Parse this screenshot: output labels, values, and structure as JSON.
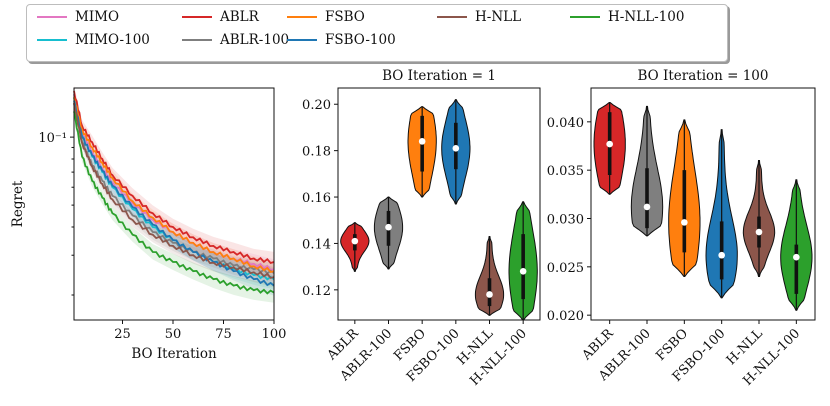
{
  "legend": [
    {
      "name": "MIMO",
      "color": "#e377c2"
    },
    {
      "name": "ABLR",
      "color": "#d62728"
    },
    {
      "name": "FSBO",
      "color": "#ff7f0e"
    },
    {
      "name": "H-NLL",
      "color": "#8c564b"
    },
    {
      "name": "H-NLL-100",
      "color": "#2ca02c"
    },
    {
      "name": "MIMO-100",
      "color": "#17becf"
    },
    {
      "name": "ABLR-100",
      "color": "#7f7f7f"
    },
    {
      "name": "FSBO-100",
      "color": "#1f77b4"
    }
  ],
  "chart_data": [
    {
      "type": "line",
      "title": "",
      "xlabel": "BO Iteration",
      "ylabel": "Regret",
      "yscale": "log",
      "xlim": [
        1,
        100
      ],
      "ylim": [
        0.0155,
        0.165
      ],
      "xticks": [
        25,
        50,
        75,
        100
      ],
      "yticks": [
        {
          "value": 0.1,
          "label": "10⁻¹"
        }
      ],
      "x": [
        1,
        5,
        10,
        15,
        20,
        30,
        40,
        50,
        60,
        70,
        80,
        90,
        100
      ],
      "series": [
        {
          "name": "MIMO",
          "color": "#e377c2",
          "values": [
            0.155,
            0.106,
            0.086,
            0.073,
            0.063,
            0.051,
            0.043,
            0.038,
            0.034,
            0.031,
            0.029,
            0.0275,
            0.026
          ]
        },
        {
          "name": "MIMO-100",
          "color": "#17becf",
          "values": [
            0.15,
            0.101,
            0.082,
            0.07,
            0.06,
            0.048,
            0.04,
            0.035,
            0.031,
            0.028,
            0.026,
            0.0245,
            0.0235
          ]
        },
        {
          "name": "ABLR",
          "color": "#d62728",
          "values": [
            0.16,
            0.112,
            0.095,
            0.08,
            0.068,
            0.055,
            0.046,
            0.04,
            0.036,
            0.033,
            0.031,
            0.029,
            0.028
          ]
        },
        {
          "name": "ABLR-100",
          "color": "#7f7f7f",
          "values": [
            0.14,
            0.095,
            0.075,
            0.064,
            0.055,
            0.045,
            0.038,
            0.034,
            0.031,
            0.029,
            0.027,
            0.026,
            0.025
          ]
        },
        {
          "name": "FSBO",
          "color": "#ff7f0e",
          "values": [
            0.15,
            0.108,
            0.09,
            0.077,
            0.066,
            0.052,
            0.044,
            0.038,
            0.034,
            0.031,
            0.029,
            0.0268,
            0.0255
          ]
        },
        {
          "name": "FSBO-100",
          "color": "#1f77b4",
          "values": [
            0.145,
            0.1,
            0.083,
            0.071,
            0.061,
            0.049,
            0.041,
            0.035,
            0.031,
            0.028,
            0.0255,
            0.0235,
            0.022
          ]
        },
        {
          "name": "H-NLL",
          "color": "#8c564b",
          "values": [
            0.142,
            0.094,
            0.074,
            0.062,
            0.053,
            0.043,
            0.037,
            0.033,
            0.03,
            0.0278,
            0.0265,
            0.0252,
            0.024
          ]
        },
        {
          "name": "H-NLL-100",
          "color": "#2ca02c",
          "values": [
            0.13,
            0.082,
            0.064,
            0.054,
            0.046,
            0.037,
            0.031,
            0.028,
            0.0255,
            0.0235,
            0.022,
            0.021,
            0.0205
          ]
        }
      ]
    },
    {
      "type": "violin",
      "title": "BO Iteration = 1",
      "xlabel": "",
      "ylabel": "",
      "ylim": [
        0.107,
        0.207
      ],
      "yticks": [
        0.12,
        0.14,
        0.16,
        0.18,
        0.2
      ],
      "categories": [
        "ABLR",
        "ABLR-100",
        "FSBO",
        "FSBO-100",
        "H-NLL",
        "H-NLL-100"
      ],
      "colors": [
        "#d62728",
        "#7f7f7f",
        "#ff7f0e",
        "#1f77b4",
        "#8c564b",
        "#2ca02c"
      ],
      "min": [
        0.128,
        0.129,
        0.16,
        0.157,
        0.109,
        0.107
      ],
      "max": [
        0.149,
        0.16,
        0.199,
        0.202,
        0.143,
        0.158
      ],
      "q1": [
        0.137,
        0.139,
        0.171,
        0.172,
        0.113,
        0.116
      ],
      "q3": [
        0.144,
        0.154,
        0.195,
        0.192,
        0.125,
        0.144
      ],
      "median": [
        0.141,
        0.147,
        0.184,
        0.181,
        0.118,
        0.128
      ]
    },
    {
      "type": "violin",
      "title": "BO Iteration = 100",
      "xlabel": "",
      "ylabel": "",
      "ylim": [
        0.0195,
        0.0435
      ],
      "yticks": [
        0.02,
        0.025,
        0.03,
        0.035,
        0.04
      ],
      "tick_labels": [
        "0.020",
        "0.025",
        "0.030",
        "0.035",
        "0.040"
      ],
      "categories": [
        "ABLR",
        "ABLR-100",
        "FSBO",
        "FSBO-100",
        "H-NLL",
        "H-NLL-100"
      ],
      "colors": [
        "#d62728",
        "#7f7f7f",
        "#ff7f0e",
        "#1f77b4",
        "#8c564b",
        "#2ca02c"
      ],
      "min": [
        0.0325,
        0.0282,
        0.024,
        0.0218,
        0.024,
        0.0205
      ],
      "max": [
        0.042,
        0.0416,
        0.0402,
        0.0392,
        0.036,
        0.034
      ],
      "q1": [
        0.0345,
        0.029,
        0.0265,
        0.0237,
        0.027,
        0.0222
      ],
      "q3": [
        0.041,
        0.0352,
        0.035,
        0.0297,
        0.0302,
        0.0273
      ],
      "median": [
        0.0377,
        0.0312,
        0.0296,
        0.0262,
        0.0286,
        0.026
      ]
    }
  ]
}
